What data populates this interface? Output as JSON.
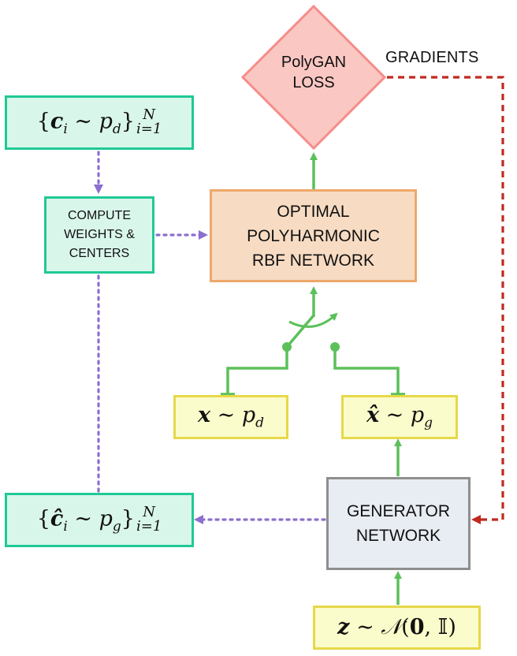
{
  "loss": {
    "label": "PolyGAN\nLOSS"
  },
  "gradients_label": "GRADIENTS",
  "rbf": {
    "label": "OPTIMAL\nPOLYHARMONIC\nRBF NETWORK"
  },
  "compute": {
    "label": "COMPUTE\nWEIGHTS &\nCENTERS"
  },
  "generator": {
    "label": "GENERATOR\nNETWORK"
  },
  "centers_real": {
    "base": "c",
    "sub": "i",
    "dist": "p",
    "dist_sub": "d",
    "index": "i=1",
    "count": "N"
  },
  "centers_fake": {
    "base": "ĉ",
    "sub": "i",
    "dist": "p",
    "dist_sub": "g",
    "index": "i=1",
    "count": "N"
  },
  "x_real": {
    "var": "x",
    "dist": "p",
    "dist_sub": "d"
  },
  "x_fake": {
    "var": "x̂",
    "dist": "p",
    "dist_sub": "g"
  },
  "latent": {
    "var": "z",
    "dist": "𝒩",
    "mean": "0",
    "cov": "𝕀"
  },
  "colors": {
    "teal_border": "#20c996",
    "teal_fill": "#d9f6eb",
    "yellow_border": "#e6d84a",
    "yellow_fill": "#fbfccb",
    "orange_border": "#eea86a",
    "orange_fill": "#f7dcc3",
    "pink_border": "#f58d8a",
    "pink_fill": "#fbc7c3",
    "gray_border": "#8e8e8e",
    "gray_fill": "#e8edf3",
    "green_arrow": "#5cc05a",
    "purple_dotted": "#8c6fcf",
    "red_dashed": "#c0291d"
  }
}
